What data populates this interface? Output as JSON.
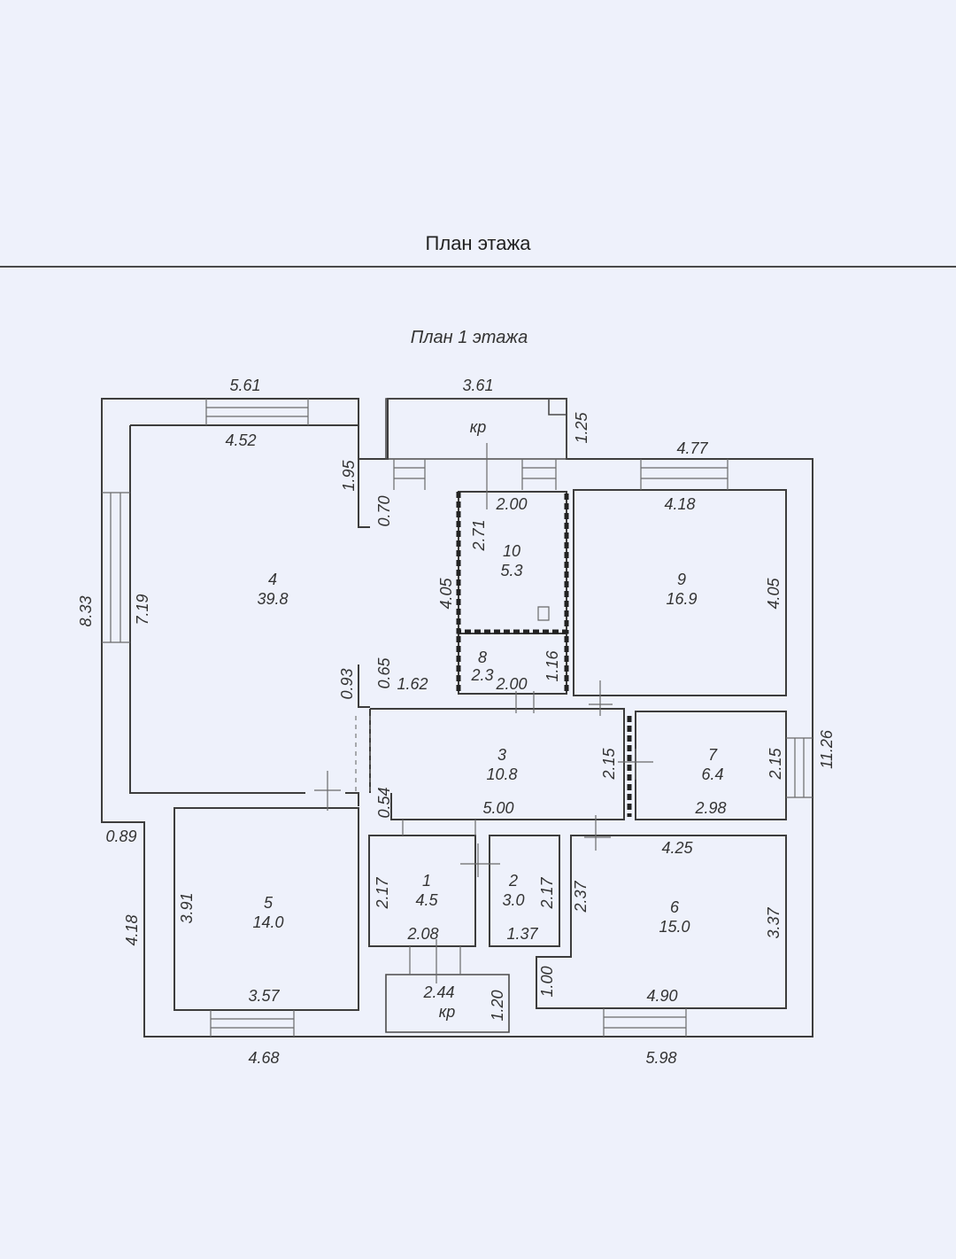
{
  "header": {
    "title": "План этажа"
  },
  "drawing": {
    "subtitle": "План 1 этажа",
    "rooms": [
      {
        "number": "1",
        "area": "4.5"
      },
      {
        "number": "2",
        "area": "3.0"
      },
      {
        "number": "3",
        "area": "10.8"
      },
      {
        "number": "4",
        "area": "39.8"
      },
      {
        "number": "5",
        "area": "14.0"
      },
      {
        "number": "6",
        "area": "15.0"
      },
      {
        "number": "7",
        "area": "6.4"
      },
      {
        "number": "8",
        "area": "2.3"
      },
      {
        "number": "9",
        "area": "16.9"
      },
      {
        "number": "10",
        "area": "5.3"
      }
    ],
    "porch_label": "кр",
    "dimensions": {
      "top_left": "5.61",
      "top_mid": "3.61",
      "porch_side": "1.25",
      "top_right": "4.77",
      "room4_top": "4.52",
      "room4_step": "1.95",
      "step_070": "0.70",
      "left_outer": "8.33",
      "room4_left": "7.19",
      "room10_top": "2.00",
      "room10_side": "2.71",
      "shaft": "4.05",
      "room9_top": "4.18",
      "room9_right": "4.05",
      "d093": "0.93",
      "d065": "0.65",
      "d162": "1.62",
      "room8_bottom": "2.00",
      "room8_side": "1.16",
      "d054": "0.54",
      "room3_len": "5.00",
      "room3_h": "2.15",
      "room7_w": "2.98",
      "room7_h": "2.15",
      "right_outer": "11.26",
      "d089": "0.89",
      "room5_h": "3.91",
      "left_lower": "4.18",
      "room5_w": "3.57",
      "room1_h": "2.17",
      "room1_w": "2.08",
      "room2_h": "2.17",
      "room2_w": "1.37",
      "room6_side": "2.37",
      "room6_top": "4.25",
      "room6_right": "3.37",
      "d100": "1.00",
      "room6_w": "4.90",
      "porch2_w": "2.44",
      "porch2_h": "1.20",
      "bottom_left": "4.68",
      "bottom_right": "5.98"
    }
  }
}
